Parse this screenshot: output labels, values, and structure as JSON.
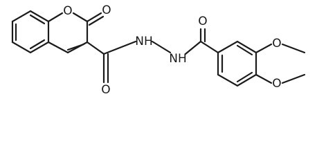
{
  "molecule": {
    "atoms": {
      "ring_oxygen": "O",
      "carbonyl_oxygen_lactone": "O",
      "amide_oxygen_1": "O",
      "hydrazide_nh_1": "NH",
      "hydrazide_nh_2": "NH",
      "amide_oxygen_2": "O",
      "methoxy_oxygen_3": "O",
      "methoxy_oxygen_4": "O"
    },
    "substituents": {
      "methoxy_3": "CH3",
      "methoxy_4": "CH3"
    }
  }
}
